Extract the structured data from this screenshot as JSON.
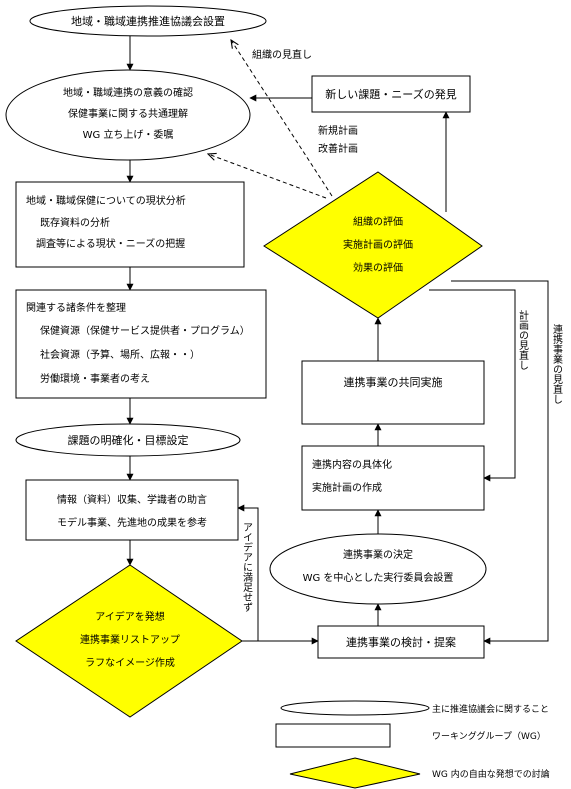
{
  "nodes": {
    "council_setup": "地域・職域連携推進協議会設置",
    "significance": [
      "地域・職域連携の意義の確認",
      "保健事業に関する共通理解",
      "WG 立ち上げ・委嘱"
    ],
    "analysis": [
      "地域・職域保健についての現状分析",
      "既存資料の分析",
      "調査等による現状・ニーズの把握"
    ],
    "conditions": [
      "関連する諸条件を整理",
      "保健資源（保健サービス提供者・プログラム）",
      "社会資源（予算、場所、広報・・）",
      "労働環境・事業者の考え"
    ],
    "goals": "課題の明確化・目標設定",
    "info": [
      "情報（資料）収集、学識者の助言",
      "モデル事業、先進地の成果を参考"
    ],
    "ideas": [
      "アイデアを発想",
      "連携事業リストアップ",
      "ラフなイメージ作成"
    ],
    "review": "連携事業の検討・提案",
    "decision": [
      "連携事業の決定",
      "WG を中心とした実行委員会設置"
    ],
    "concretize": [
      "連携内容の具体化",
      "実施計画の作成"
    ],
    "joint": "連携事業の共同実施",
    "evaluation": [
      "組織の評価",
      "実施計画の評価",
      "効果の評価"
    ],
    "new_issues": "新しい課題・ニーズの発見"
  },
  "edge_labels": {
    "org_review": "組織の見直し",
    "new_plan": "新規計画",
    "improve_plan": "改善計画",
    "plan_review": "計画の見直し",
    "project_review": "連携事業の見直し",
    "not_satisfied": "アイデアに満足せず"
  },
  "legend": {
    "ellipse": "主に推進協議会に関すること",
    "rect": "ワーキンググループ（WG）",
    "diamond": "WG 内の自由な発想での討論"
  },
  "colors": {
    "diamond_fill": "#ffff00",
    "stroke": "#000000",
    "background": "#ffffff"
  }
}
